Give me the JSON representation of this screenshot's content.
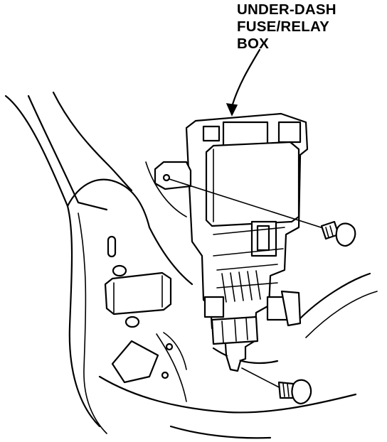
{
  "callout": {
    "lines": [
      "UNDER-DASH",
      "FUSE/RELAY",
      "BOX"
    ]
  },
  "colors": {
    "ink": "#000000",
    "paper": "#ffffff"
  }
}
